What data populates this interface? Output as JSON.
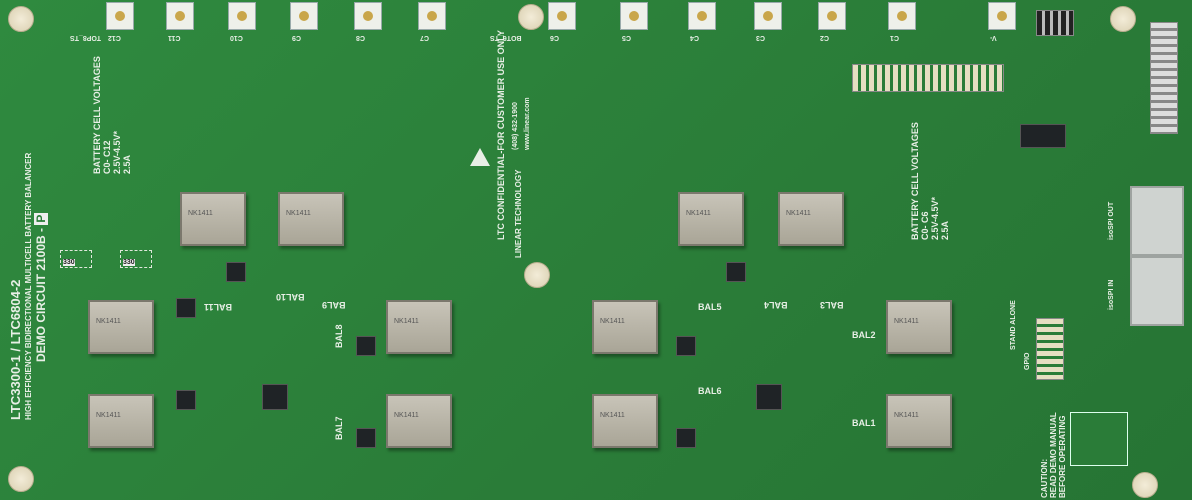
{
  "board": {
    "title_line1": "LTC3300-1 / LTC6804-2",
    "title_line2": "HIGH EFFICIENCY BIDIRECTIONAL MULTICELL BATTERY BALANCER",
    "title_line3": "DEMO CIRCUIT 2100B -",
    "revision": "P",
    "confidential": "LTC CONFIDENTIAL-FOR CUSTOMER USE ONLY",
    "phone": "(408) 432-1900",
    "website": "www.linear.com",
    "logo_text": "LINEAR TECHNOLOGY",
    "caution_line1": "CAUTION:",
    "caution_line2": "READ DEMO MANUAL",
    "caution_line3": "BEFORE OPERATING",
    "battery_left": {
      "l1": "BATTERY CELL VOLTAGES",
      "l2": "C0- C12",
      "l3": "2.5V-4.5V*",
      "l4": "2.5A"
    },
    "battery_right": {
      "l1": "BATTERY CELL VOLTAGES",
      "l2": "C0- C6",
      "l3": "2.5V-4.5V*",
      "l4": "2.5A"
    },
    "top_labels": [
      "TOP8_TS",
      "C12",
      "C11",
      "C10",
      "C9",
      "C8",
      "C7",
      "BOT6_TS",
      "C6",
      "C5",
      "C4",
      "C3",
      "C2",
      "C1",
      "V-"
    ],
    "balancers": [
      "BAL11",
      "BAL10",
      "BAL9",
      "BAL8",
      "BAL7",
      "BAL6",
      "BAL5",
      "BAL4",
      "BAL3",
      "BAL2",
      "BAL1"
    ],
    "misc": {
      "isospi_out": "isoSPI OUT",
      "isospi_in": "isoSPI IN",
      "stand_alone": "STAND ALONE",
      "gpio": "GPIO",
      "resistor": "330"
    }
  }
}
